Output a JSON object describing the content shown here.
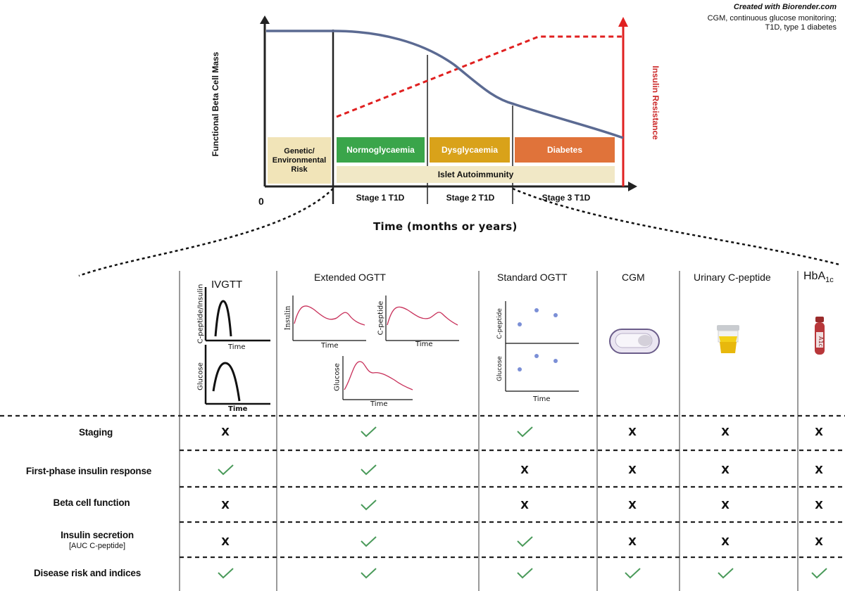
{
  "credit": "Created with Biorender.com",
  "note_line1": "CGM, continuous glucose monitoring;",
  "note_line2": "T1D, type 1 diabetes",
  "top_chart": {
    "y_left_label": "Functional Beta Cell Mass",
    "y_right_label": "Insulin Resistance",
    "origin_label": "0",
    "x_label": "Time (months or years)",
    "phase_boxes": {
      "risk": "Genetic/ Environmental Risk",
      "normo": "Normoglycaemia",
      "dysgly": "Dysglycaemia",
      "diabetes": "Diabetes",
      "islet": "Islet Autoimmunity"
    },
    "stages": [
      "Stage 1 T1D",
      "Stage 2 T1D",
      "Stage 3 T1D"
    ],
    "colors": {
      "curve": "#5b6a92",
      "insulin_resistance": "#e02020",
      "normo": "#3aa54a",
      "dysgly": "#d9a21a",
      "diabetes": "#e0733a",
      "risk": "#f1e4b8",
      "islet": "#f1e8c6"
    }
  },
  "columns": {
    "ivgtt": "IVGTT",
    "ext_ogtt": "Extended OGTT",
    "std_ogtt": "Standard OGTT",
    "cgm": "CGM",
    "urinary": "Urinary C-peptide",
    "hba1c_main": "HbA",
    "hba1c_sub": "1c"
  },
  "mini_labels": {
    "cpep_insulin": "C-peptide/Insulin",
    "time": "Time",
    "glucose": "Glucose",
    "insulin": "Insulin",
    "cpeptide": "C-peptide",
    "vial": "A1c"
  },
  "rows": [
    {
      "label": "Staging",
      "sub": "",
      "marks": [
        "x",
        "check",
        "check",
        "x",
        "x",
        "x"
      ]
    },
    {
      "label": "First-phase insulin response",
      "sub": "",
      "marks": [
        "check",
        "check",
        "x",
        "x",
        "x",
        "x"
      ]
    },
    {
      "label": "Beta cell function",
      "sub": "",
      "marks": [
        "x",
        "check",
        "x",
        "x",
        "x",
        "x"
      ]
    },
    {
      "label": "Insulin secretion",
      "sub": "[AUC C-peptide]",
      "marks": [
        "x",
        "check",
        "check",
        "x",
        "x",
        "x"
      ]
    },
    {
      "label": "Disease risk and indices",
      "sub": "",
      "marks": [
        "check",
        "check",
        "check",
        "check",
        "check",
        "check"
      ]
    }
  ],
  "mark_symbols": {
    "x": "X"
  },
  "mark_colors": {
    "check": "#4a9a5a",
    "x": "#111111"
  }
}
